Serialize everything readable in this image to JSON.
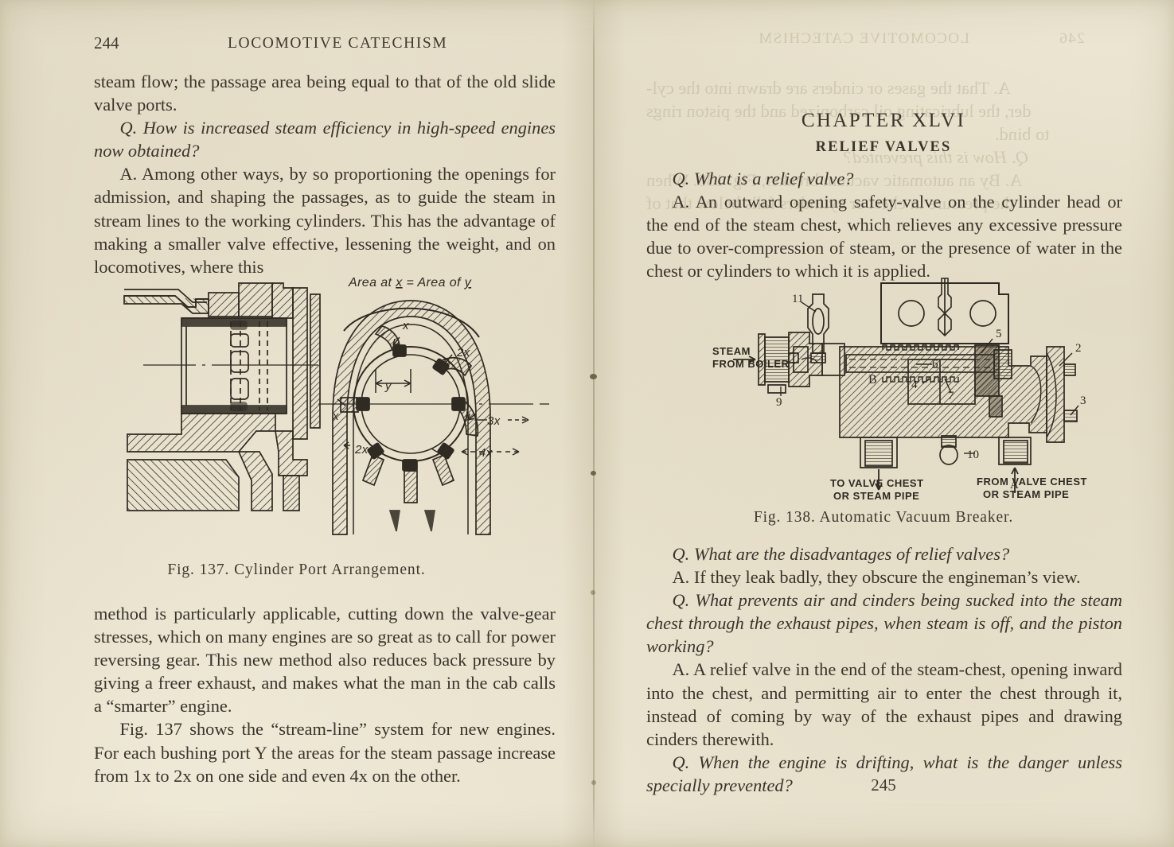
{
  "book": {
    "running_head": "LOCOMOTIVE CATECHISM",
    "left_folio": "244",
    "right_folio": "245"
  },
  "colors": {
    "paper": "#efe9d7",
    "ink": "#3a342b",
    "figure_ink": "#2f2a22",
    "bleed_through": "#b9b094"
  },
  "left_page": {
    "folio": "244",
    "running_head": "LOCOMOTIVE CATECHISM",
    "paragraphs_above_figure": [
      {
        "style": "plain",
        "indent": false,
        "text": "steam flow; the passage area being equal to that of the old slide valve ports."
      },
      {
        "style": "question",
        "indent": true,
        "text": "Q. How is increased steam efficiency in high-speed engines now obtained?"
      },
      {
        "style": "answer",
        "indent": true,
        "text": "A. Among other ways, by so proportioning the openings for admission, and shaping the passages, as to guide the steam in stream lines to the working cylinders. This has the advantage of making a smaller valve effective, lessening the weight, and on locomotives, where this"
      }
    ],
    "figure": {
      "number": "Fig. 137.",
      "title": "Cylinder Port Arrangement.",
      "caption": "Fig. 137.   Cylinder Port Arrangement.",
      "headnote": "Area at x = Area of y",
      "callouts": [
        "x",
        "2x",
        "y",
        "x",
        "3x",
        "2x",
        "4x"
      ]
    },
    "paragraphs_below_figure": [
      {
        "style": "plain",
        "indent": false,
        "text": "method is particularly applicable, cutting down the valve-gear stresses, which on many engines are so great as to call for power reversing gear.  This new method also reduces back pressure by giving a freer exhaust, and makes what the man in the cab calls a “smarter” engine."
      },
      {
        "style": "plain",
        "indent": true,
        "text": "Fig. 137 shows the “stream-line” system for new engines.  For each bushing port Y the areas for the steam passage increase from 1x to 2x on one side and even 4x on the other."
      }
    ]
  },
  "right_page": {
    "folio": "245",
    "chapter": "CHAPTER XLVI",
    "chapter_subtitle": "RELIEF VALVES",
    "paragraphs_above_figure": [
      {
        "style": "question",
        "indent": true,
        "text": "Q. What is a relief valve?"
      },
      {
        "style": "answer",
        "indent": true,
        "text": "A. An outward opening safety-valve on the cylinder head or the end of the steam chest, which relieves any excessive pressure due to over-compression of steam, or the presence of water in the chest or cylinders to which it is applied."
      }
    ],
    "figure": {
      "number": "Fig. 138.",
      "title": "Automatic Vacuum Breaker.",
      "caption": "Fig. 138.   Automatic Vacuum Breaker.",
      "labels": {
        "steam_from_boiler": [
          "STEAM",
          "FROM BOILER"
        ],
        "to_valve_chest": [
          "TO VALVE CHEST",
          "OR STEAM PIPE"
        ],
        "from_valve_chest": [
          "FROM VALVE CHEST",
          "OR STEAM PIPE"
        ]
      },
      "callouts": [
        "11",
        "5",
        "4",
        "2",
        "6",
        "7",
        "9",
        "10",
        "3",
        "A",
        "B"
      ]
    },
    "paragraphs_below_figure": [
      {
        "style": "question",
        "indent": true,
        "text": "Q. What are the disadvantages of relief valves?"
      },
      {
        "style": "answer",
        "indent": true,
        "text": "A. If they leak badly, they obscure the engineman’s view."
      },
      {
        "style": "question",
        "indent": true,
        "text": "Q. What prevents air and cinders being sucked into the steam chest through the exhaust pipes, when steam is off, and the piston working?"
      },
      {
        "style": "answer",
        "indent": true,
        "text": "A. A relief valve in the end of the steam-chest, opening inward into the chest, and permitting air to enter the chest through it, instead of coming by way of the exhaust pipes and drawing cinders therewith."
      },
      {
        "style": "question",
        "indent": true,
        "text": "Q. When the engine is drifting, what is the danger unless specially prevented?"
      }
    ]
  },
  "bleed_through": {
    "note": "faint mirrored show-through from the reverse leaf",
    "running_head": "LOCOMOTIVE CATECHISM",
    "folio": "246",
    "lines": [
      "A. That the gases or cinders are drawn into the cyl-",
      "der, the lubricating oil carbonized and the piston rings",
      "to bind.",
      "Q. How is this prevented?",
      "A. By an automatic vacuum breaker, Fig. 138.  When",
      "the pressure in chest or cylinders falls below that of"
    ]
  }
}
